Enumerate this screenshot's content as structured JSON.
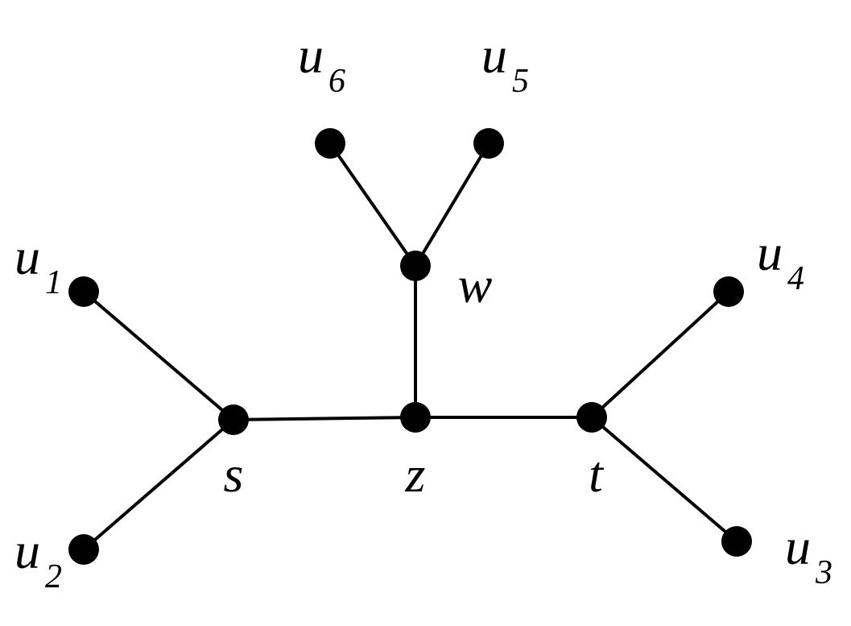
{
  "graph": {
    "nodes": [
      {
        "id": "s",
        "name": "s",
        "sub": ""
      },
      {
        "id": "z",
        "name": "z",
        "sub": ""
      },
      {
        "id": "t",
        "name": "t",
        "sub": ""
      },
      {
        "id": "w",
        "name": "w",
        "sub": ""
      },
      {
        "id": "u1",
        "name": "u",
        "sub": "1"
      },
      {
        "id": "u2",
        "name": "u",
        "sub": "2"
      },
      {
        "id": "u3",
        "name": "u",
        "sub": "3"
      },
      {
        "id": "u4",
        "name": "u",
        "sub": "4"
      },
      {
        "id": "u5",
        "name": "u",
        "sub": "5"
      },
      {
        "id": "u6",
        "name": "u",
        "sub": "6"
      }
    ],
    "edges": [
      {
        "from": "u1",
        "to": "s"
      },
      {
        "from": "u2",
        "to": "s"
      },
      {
        "from": "s",
        "to": "z"
      },
      {
        "from": "z",
        "to": "t"
      },
      {
        "from": "z",
        "to": "w"
      },
      {
        "from": "w",
        "to": "u6"
      },
      {
        "from": "w",
        "to": "u5"
      },
      {
        "from": "t",
        "to": "u4"
      },
      {
        "from": "t",
        "to": "u3"
      }
    ]
  }
}
